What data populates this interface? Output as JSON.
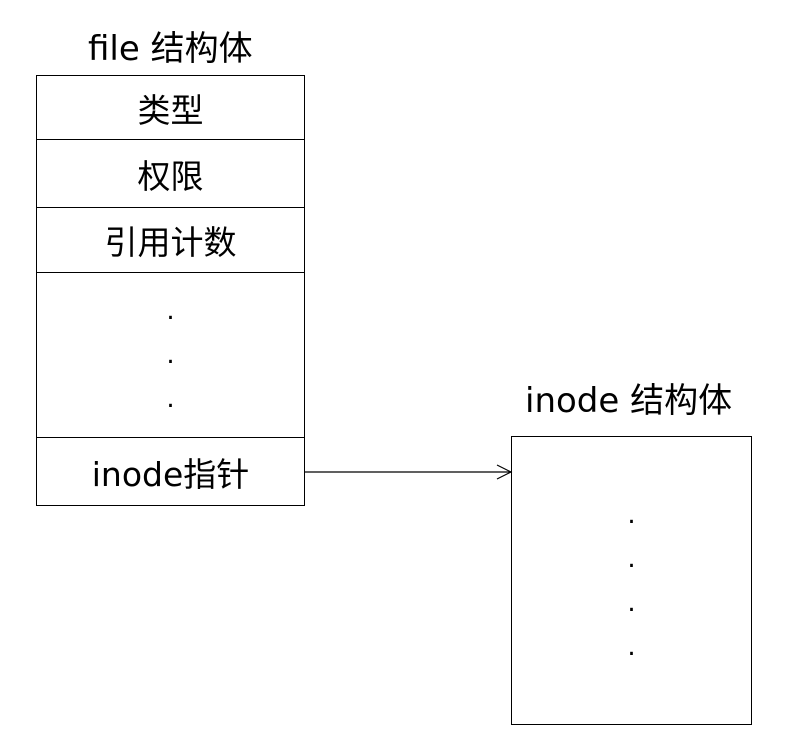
{
  "file_struct": {
    "title": "file 结构体",
    "fields": [
      "类型",
      "权限",
      "引用计数",
      "inode指针"
    ],
    "ellipsis": [
      ".",
      ".",
      "."
    ]
  },
  "inode_struct": {
    "title": "inode 结构体",
    "ellipsis": [
      ".",
      ".",
      ".",
      "."
    ]
  }
}
